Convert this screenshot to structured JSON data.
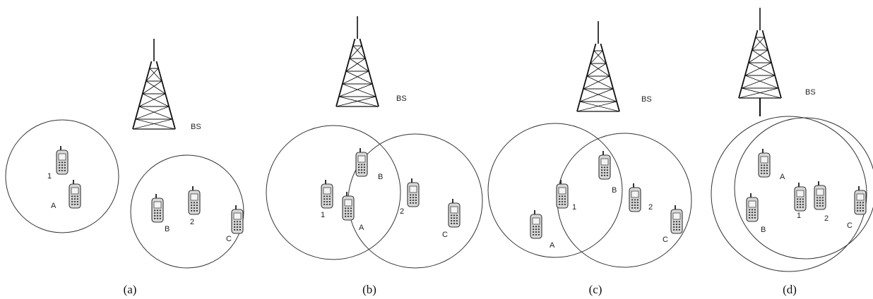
{
  "panels": [
    {
      "caption": "(a)",
      "bs_label": "BS",
      "phones": [
        {
          "label": "1"
        },
        {
          "label": "A"
        },
        {
          "label": "B"
        },
        {
          "label": "2"
        },
        {
          "label": "C"
        }
      ]
    },
    {
      "caption": "(b)",
      "bs_label": "BS",
      "phones": [
        {
          "label": "B"
        },
        {
          "label": "1"
        },
        {
          "label": "A"
        },
        {
          "label": "2"
        },
        {
          "label": "C"
        }
      ]
    },
    {
      "caption": "(c)",
      "bs_label": "BS",
      "phones": [
        {
          "label": "B"
        },
        {
          "label": "1"
        },
        {
          "label": "2"
        },
        {
          "label": "A"
        },
        {
          "label": "C"
        }
      ]
    },
    {
      "caption": "(d)",
      "bs_label": "BS",
      "phones": [
        {
          "label": "A"
        },
        {
          "label": "1"
        },
        {
          "label": "2"
        },
        {
          "label": "B"
        },
        {
          "label": "C"
        }
      ]
    }
  ]
}
